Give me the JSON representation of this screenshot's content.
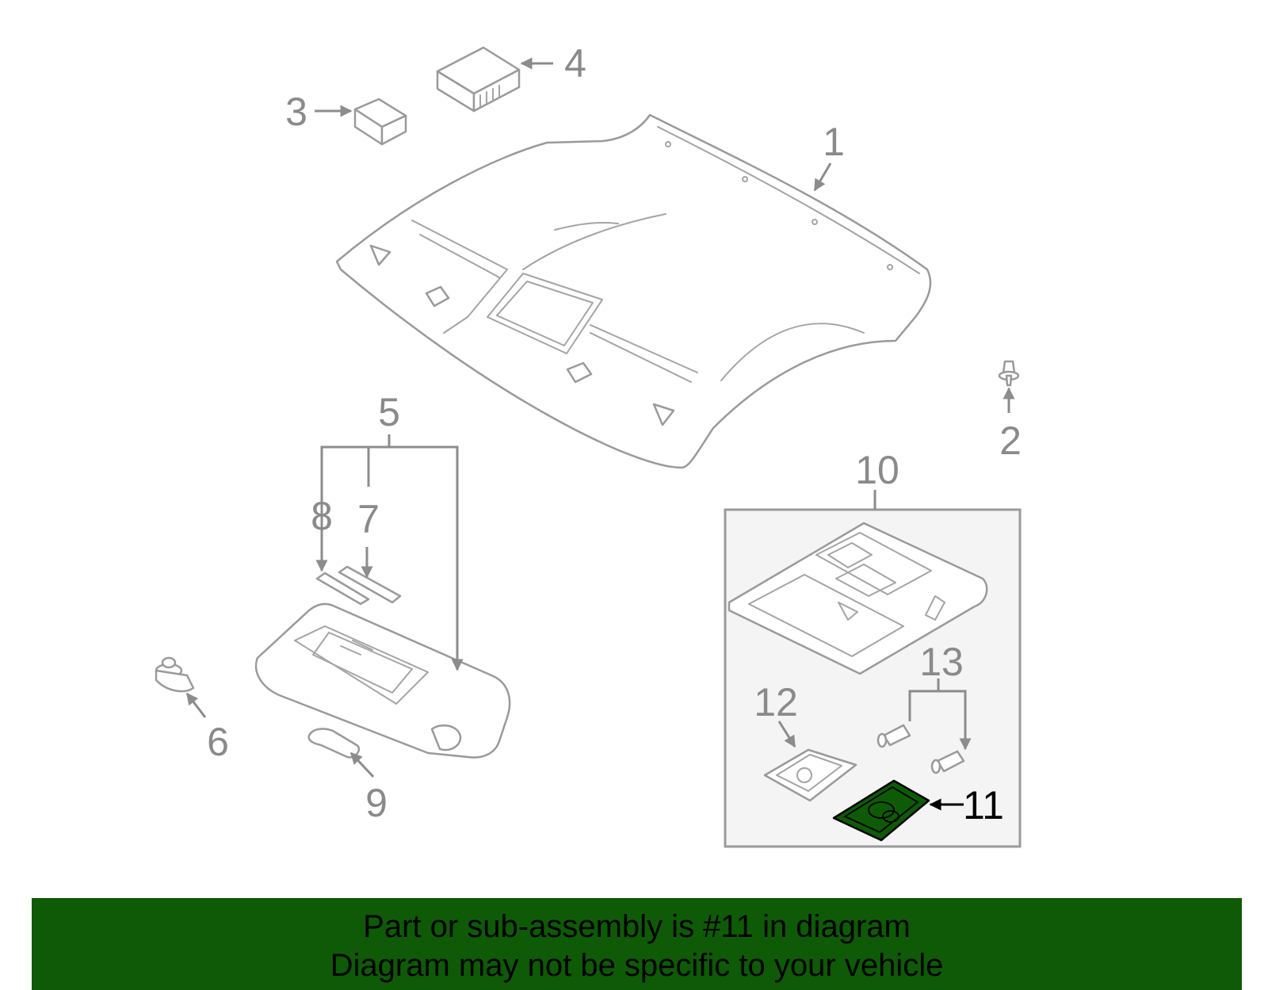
{
  "diagram": {
    "callouts": {
      "c1": "1",
      "c2": "2",
      "c3": "3",
      "c4": "4",
      "c5": "5",
      "c6": "6",
      "c7": "7",
      "c8": "8",
      "c9": "9",
      "c10": "10",
      "c11": "11",
      "c12": "12",
      "c13": "13"
    },
    "highlighted_part": "11",
    "colors": {
      "highlight_fill": "#0e5a06",
      "banner_background": "#0e5a06",
      "line_art": "#9a9a9a",
      "subassembly_box": "#f4f4f4"
    }
  },
  "banner": {
    "line1": "Part or sub-assembly is #11 in diagram",
    "line2": "Diagram may not be specific to your vehicle"
  }
}
